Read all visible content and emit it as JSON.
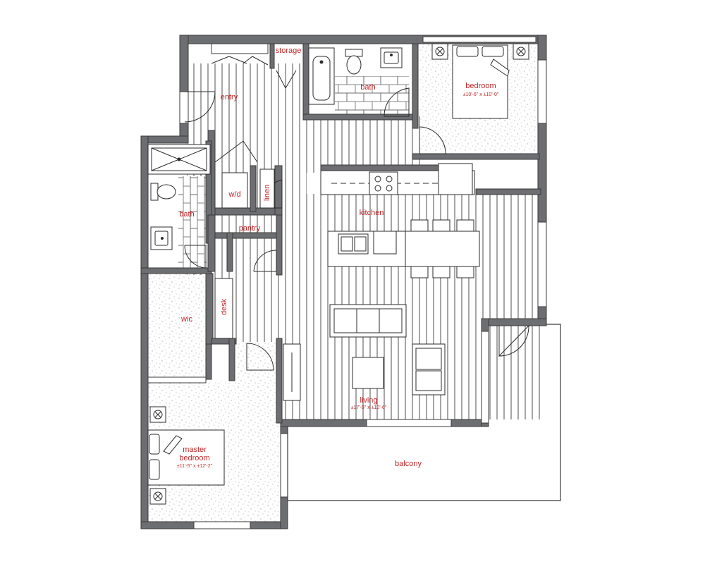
{
  "colors": {
    "wall": "#6d6e71",
    "wall_edge": "#3a3a3a",
    "floor_lines": "#4d4d4d",
    "tile_speckle": "#8a8a8a",
    "label_text": "#c0282a",
    "fixture": "#2b2b2b",
    "background": "#ffffff"
  },
  "rooms": {
    "storage": "storage",
    "entry": "entry",
    "bath_upper": "bath",
    "bedroom": "bedroom",
    "bedroom_dim": "±10'-6\" x  ±10'-0\"",
    "w_d": "w/d",
    "linen": "linen",
    "bath_left": "bath",
    "kitchen": "kitchen",
    "pantry": "pantry",
    "desk": "desk",
    "wic": "wic",
    "living": "living",
    "living_dim": "±17'-5\" x ±10'-6\"",
    "master_bedroom_1": "master",
    "master_bedroom_2": "bedroom",
    "master_bedroom_dim": "±11'-5\" x  ±12'-2\"",
    "balcony": "balcony"
  },
  "icons": [
    "cooktop-icon",
    "kitchen-sink-icon",
    "toilet-icon",
    "bathtub-icon",
    "shower-icon",
    "vanity-sink-icon",
    "bed-icon",
    "nightstand-lamp-icon",
    "sofa-icon",
    "armchair-icon",
    "coffee-table-icon",
    "bar-stool-icon",
    "door-swing-icon"
  ]
}
